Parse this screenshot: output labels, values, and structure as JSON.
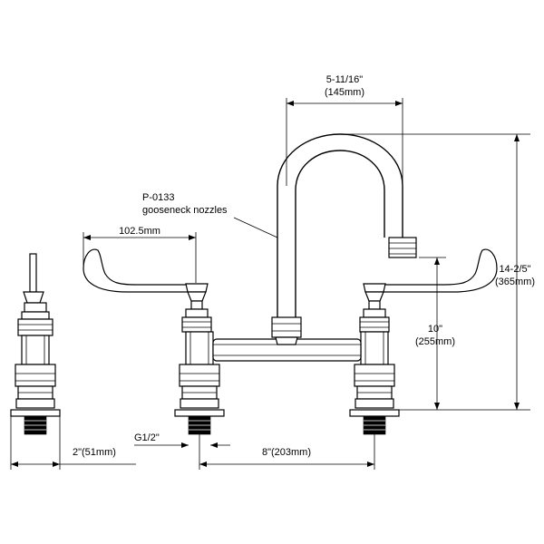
{
  "dimensions": {
    "spout_reach": {
      "imperial": "5-11/16\"",
      "metric": "(145mm)"
    },
    "nozzle_label": {
      "part": "P-0133",
      "desc": "gooseneck nozzles"
    },
    "handle_length": "102.5mm",
    "total_height": {
      "imperial": "14-2/5\"",
      "metric": "(365mm)"
    },
    "spout_height": {
      "imperial": "10\"",
      "metric": "(255mm)"
    },
    "thread": "G1/2\"",
    "side_width": "2\"(51mm)",
    "center_spacing": "8\"(203mm)"
  }
}
